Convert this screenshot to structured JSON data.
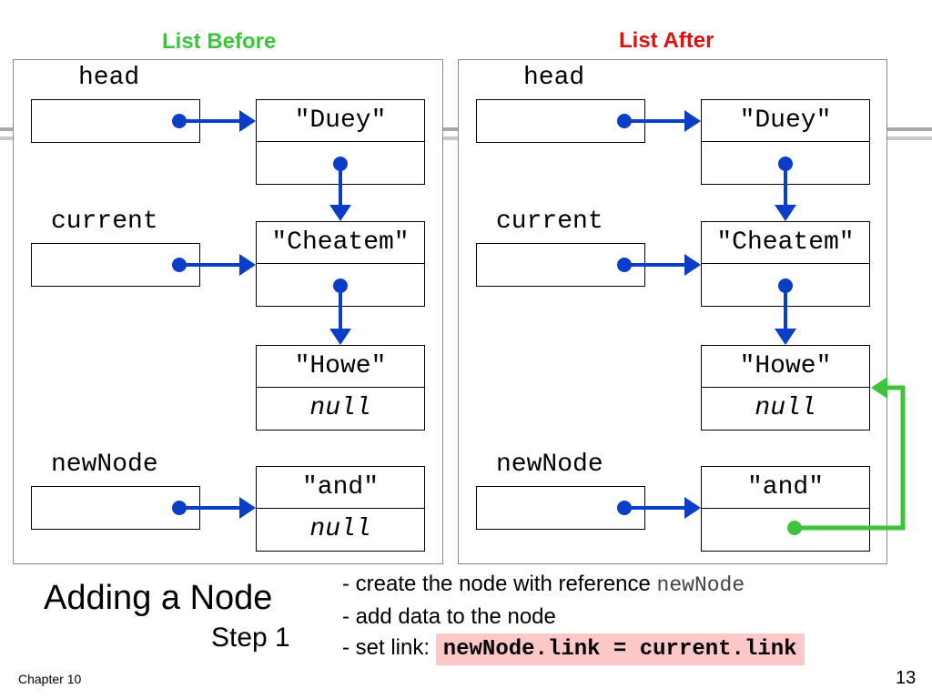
{
  "panels": {
    "before": {
      "title": "List Before",
      "title_color": "#3cc43c",
      "vars": {
        "head": "head",
        "current": "current",
        "newNode": "newNode"
      },
      "nodes": [
        {
          "data": "\"Duey\"",
          "link": ""
        },
        {
          "data": "\"Cheatem\"",
          "link": ""
        },
        {
          "data": "\"Howe\"",
          "link": "null"
        },
        {
          "data": "\"and\"",
          "link": "null"
        }
      ]
    },
    "after": {
      "title": "List After",
      "title_color": "#e01010",
      "vars": {
        "head": "head",
        "current": "current",
        "newNode": "newNode"
      },
      "nodes": [
        {
          "data": "\"Duey\"",
          "link": ""
        },
        {
          "data": "\"Cheatem\"",
          "link": ""
        },
        {
          "data": "\"Howe\"",
          "link": "null"
        },
        {
          "data": "\"and\"",
          "link": ""
        }
      ]
    }
  },
  "colors": {
    "arrow": "#0a3ec8",
    "new_link": "#3cc43c",
    "highlight": "#ffc8c8"
  },
  "slide": {
    "title": "Adding a Node",
    "subtitle": "Step 1",
    "bullets": {
      "b1_text": "- create the node with reference ",
      "b1_code": "newNode",
      "b2_text": "- add data to the node",
      "b3_text": "- set link: ",
      "b3_code": "newNode.link = current.link"
    },
    "footer_left": "Chapter 10",
    "page_number": "13"
  }
}
